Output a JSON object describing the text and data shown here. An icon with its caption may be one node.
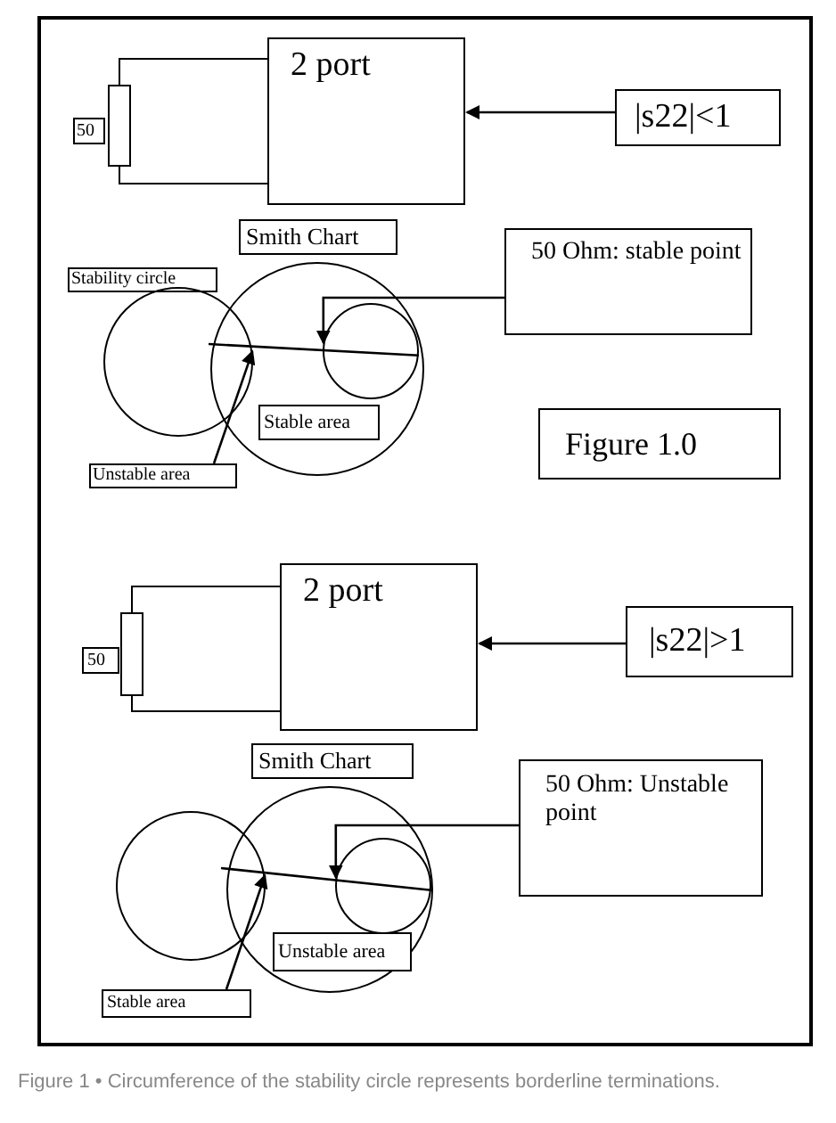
{
  "diagram": {
    "caption": "Figure 1 • Circumference of the stability circle represents borderline terminations.",
    "nodes": [
      {
        "text": [
          "2 port"
        ]
      },
      {
        "text": [
          "|s22|<1"
        ]
      },
      {
        "text": [
          "50"
        ]
      },
      {
        "text": [
          "Smith Chart"
        ]
      },
      {
        "text": [
          "50 Ohm: stable point"
        ]
      },
      {
        "text": [
          "Stability circle"
        ]
      },
      {
        "text": [],
        "shape": "circle"
      },
      {
        "text": [],
        "shape": "circle"
      },
      {
        "text": [],
        "shape": "circle",
        "in": 7
      },
      {
        "text": [
          "Stable area"
        ],
        "in": 7
      },
      {
        "text": [
          "Figure 1.0"
        ]
      },
      {
        "text": [
          "Unstable area"
        ]
      },
      {
        "text": [
          "2 port"
        ]
      },
      {
        "text": [
          "|s22|>1"
        ]
      },
      {
        "text": [
          "50"
        ]
      },
      {
        "text": [
          "Smith Chart"
        ]
      },
      {
        "text": [
          "50 Ohm: Unstable point"
        ]
      },
      {
        "text": [],
        "shape": "circle"
      },
      {
        "text": [],
        "shape": "circle"
      },
      {
        "text": [],
        "shape": "circle",
        "in": 18
      },
      {
        "text": [
          "Unstable area"
        ],
        "in": 18
      },
      {
        "text": [
          "Stable area"
        ]
      }
    ],
    "edges": [
      {
        "from": 1,
        "to": 0,
        "arrow": "to"
      },
      {
        "from": 4,
        "to": 8,
        "arrow": "to"
      },
      {
        "from": 11,
        "to": 6,
        "arrow": "to"
      },
      {
        "from": 6,
        "to": 8,
        "arrow": "none"
      },
      {
        "from": 13,
        "to": 12,
        "arrow": "to"
      },
      {
        "from": 16,
        "to": 19,
        "arrow": "to"
      },
      {
        "from": 21,
        "to": 17,
        "arrow": "to"
      },
      {
        "from": 17,
        "to": 19,
        "arrow": "none"
      }
    ]
  }
}
